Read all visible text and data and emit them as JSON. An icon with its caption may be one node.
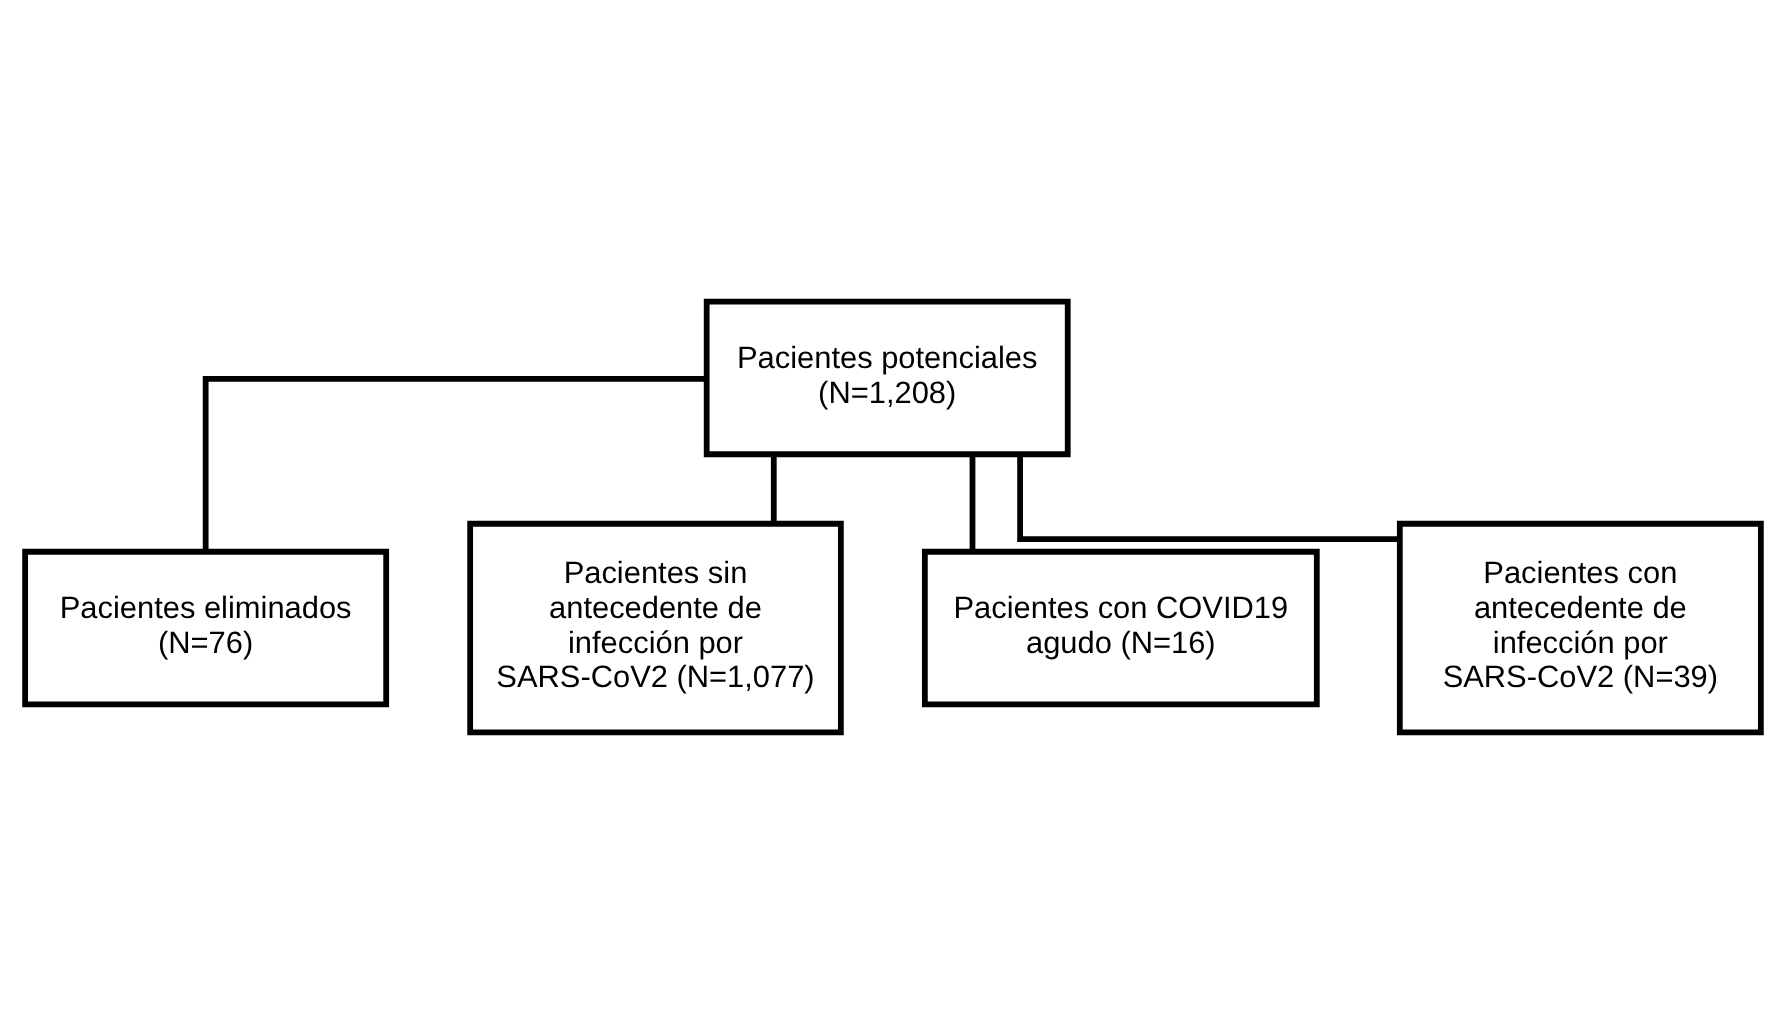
{
  "diagram": {
    "nodes": [
      {
        "text": [
          "Pacientes potenciales (N=1,208)"
        ]
      },
      {
        "text": [
          "Pacientes eliminados (N=76)"
        ]
      },
      {
        "text": [
          "Pacientes sin antecedente de infección por SARS-CoV2 (N=1,077)"
        ]
      },
      {
        "text": [
          "Pacientes con COVID19 agudo (N=16)"
        ]
      },
      {
        "text": [
          "Pacientes con antecedente de infección por SARS-CoV2 (N=39)"
        ]
      }
    ],
    "edges": [
      {
        "from": 0,
        "to": 1,
        "arrow": "none"
      },
      {
        "from": 0,
        "to": 2,
        "arrow": "none"
      },
      {
        "from": 0,
        "to": 3,
        "arrow": "none"
      },
      {
        "from": 0,
        "to": 4,
        "arrow": "none"
      }
    ]
  }
}
